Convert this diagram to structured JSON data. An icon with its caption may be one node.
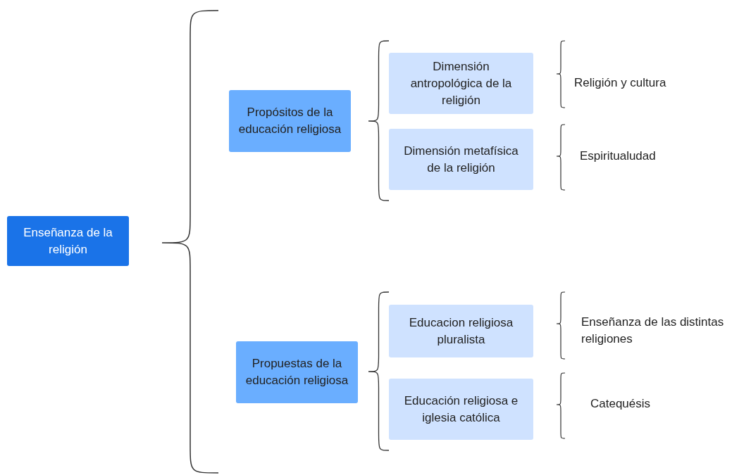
{
  "diagram": {
    "nodes": [
      {
        "text": [
          "Enseñanza de la religión"
        ]
      },
      {
        "text": [
          "Propósitos de la educación religiosa"
        ]
      },
      {
        "text": [
          "Dimensión antropológica de la religión"
        ]
      },
      {
        "text": [
          "Dimensión metafísica de la religión"
        ]
      },
      {
        "text": [
          "Propuestas de la educación religiosa"
        ]
      },
      {
        "text": [
          "Educacion religiosa pluralista"
        ]
      },
      {
        "text": [
          "Educación religiosa e iglesia católica"
        ]
      }
    ],
    "labels": [
      "Religión y cultura",
      "Espiritualudad",
      "Enseñanza de las distintas religiones",
      "Catequésis"
    ]
  }
}
